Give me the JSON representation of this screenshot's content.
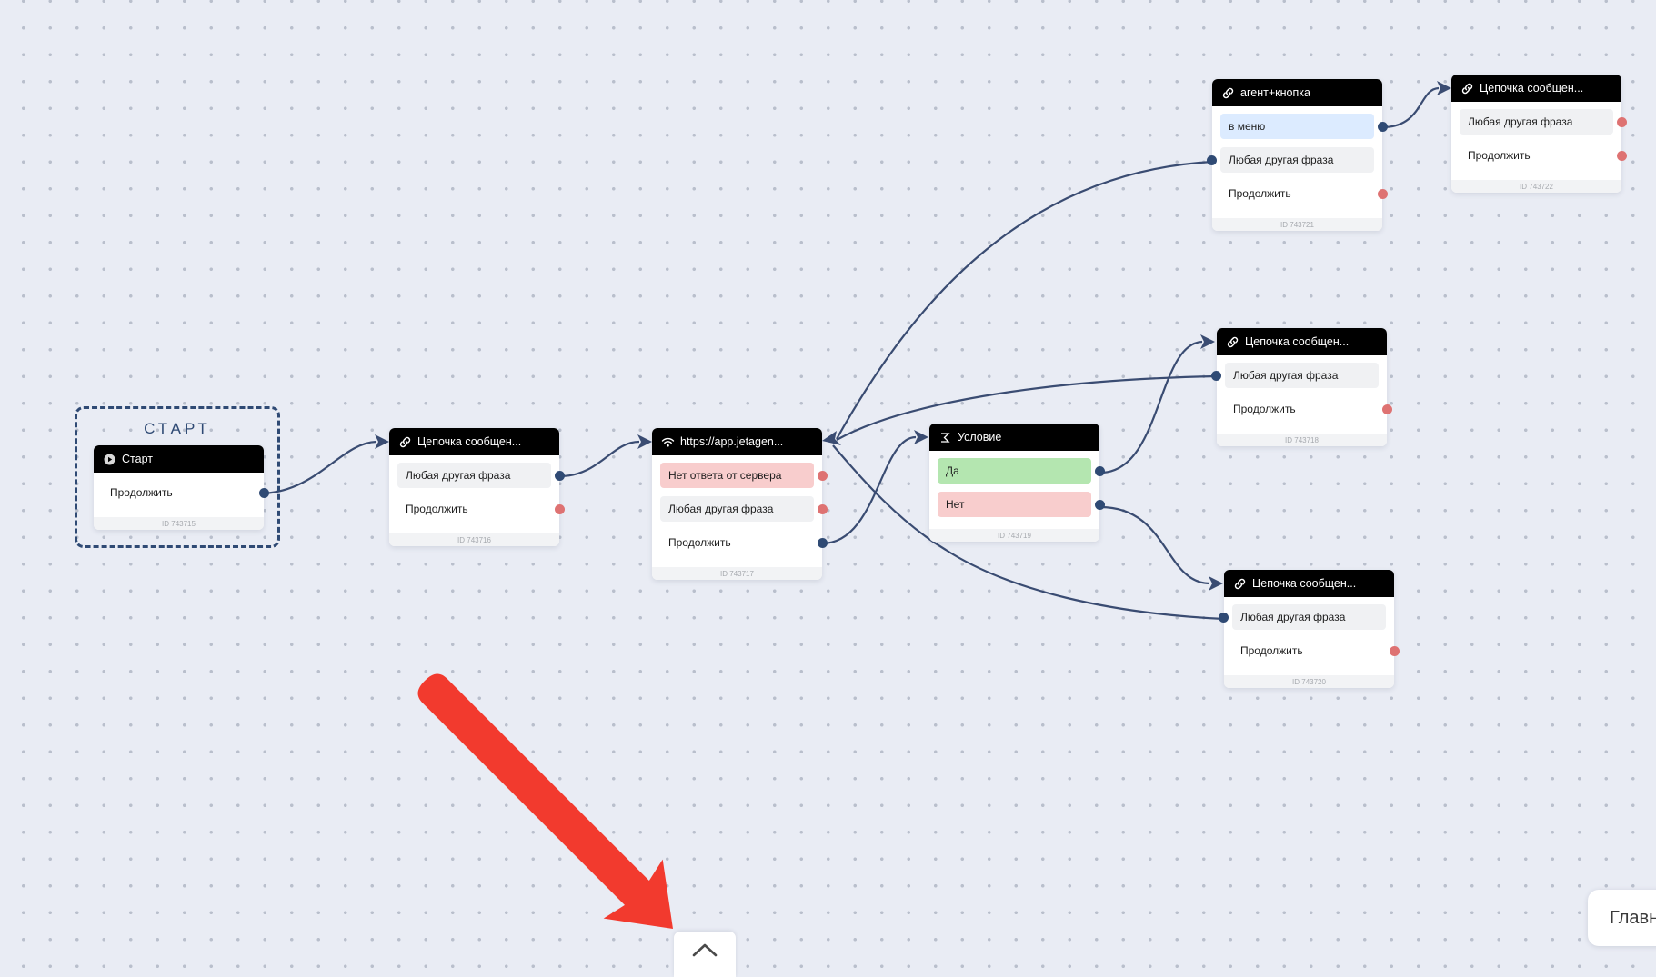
{
  "start_frame": {
    "label": "СТАРТ"
  },
  "nodes": {
    "start": {
      "title": "Старт",
      "rows": [
        "Продолжить"
      ],
      "id_label": "ID 743715"
    },
    "chain_1": {
      "title": "Цепочка сообщен...",
      "rows": [
        "Любая другая фраза",
        "Продолжить"
      ],
      "id_label": "ID 743716"
    },
    "request": {
      "title": "https://app.jetagen...",
      "rows": [
        "Нет ответа от сервера",
        "Любая другая фраза",
        "Продолжить"
      ],
      "id_label": "ID 743717"
    },
    "condition": {
      "title": "Условие",
      "rows": [
        "Да",
        "Нет"
      ],
      "id_label": "ID 743719"
    },
    "agent_button": {
      "title": "агент+кнопка",
      "rows": [
        "в меню",
        "Любая другая фраза",
        "Продолжить"
      ],
      "id_label": "ID 743721"
    },
    "chain_top_right": {
      "title": "Цепочка сообщен...",
      "rows": [
        "Любая другая фраза",
        "Продолжить"
      ],
      "id_label": "ID 743722"
    },
    "chain_middle": {
      "title": "Цепочка сообщен...",
      "rows": [
        "Любая другая фраза",
        "Продолжить"
      ],
      "id_label": "ID 743718"
    },
    "chain_bottom": {
      "title": "Цепочка сообщен...",
      "rows": [
        "Любая другая фраза",
        "Продолжить"
      ],
      "id_label": "ID 743720"
    }
  },
  "icons": {
    "start": "play-icon",
    "chain": "link-icon",
    "request": "wifi-icon",
    "condition": "sigma-icon",
    "collapse": "chevron-up-icon",
    "pointer": "red-arrow-icon"
  },
  "bottom_panel": {
    "main_button_label": "Главная"
  },
  "colors": {
    "canvas_bg": "#e9ecf4",
    "node_header": "#000000",
    "edge": "#3a4c72",
    "port_connected": "#2f4a74",
    "port_free": "#de7272",
    "row_error": "#f8cdcd",
    "row_yes": "#b4e6b0",
    "row_menu": "#dcebff",
    "pointer_arrow": "#f23a2e"
  }
}
